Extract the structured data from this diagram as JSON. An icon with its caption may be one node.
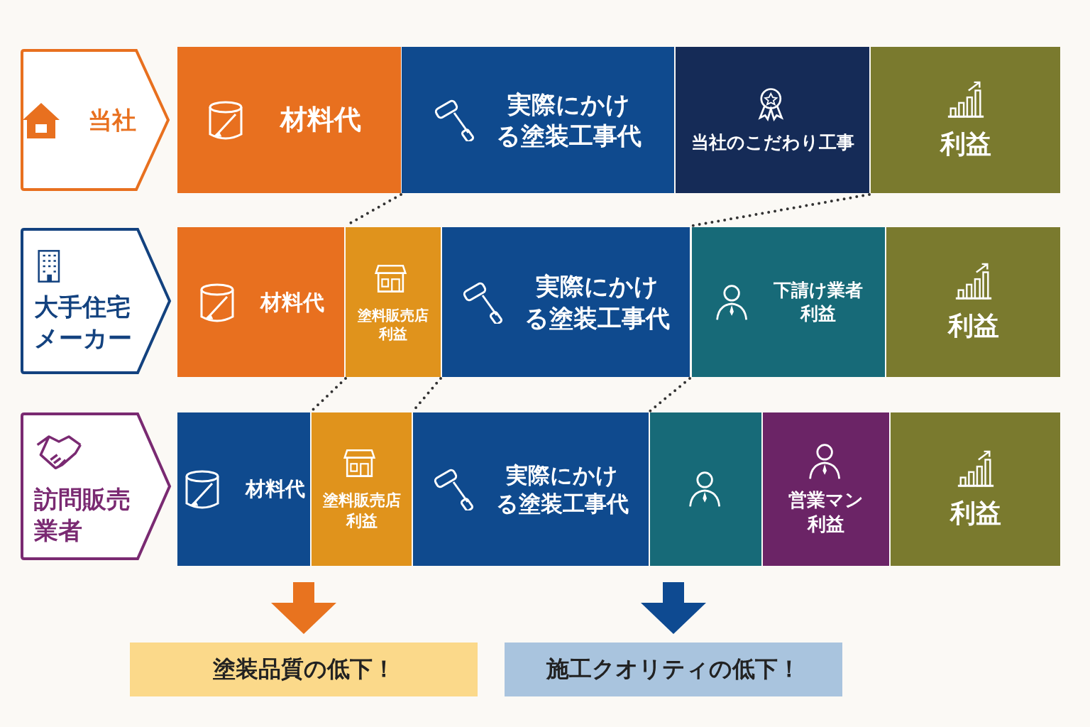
{
  "diagram": {
    "nodes": [
      {
        "text": [
          "当社"
        ]
      },
      {
        "text": [
          "材料代"
        ]
      },
      {
        "text": [
          "実際にかける塗装工事代"
        ]
      },
      {
        "text": [
          "当社のこだわり工事"
        ]
      },
      {
        "text": [
          "利益"
        ]
      },
      {
        "text": [
          "大手住宅メーカー"
        ]
      },
      {
        "text": [
          "材料代"
        ]
      },
      {
        "text": [
          "塗料販売店利益"
        ]
      },
      {
        "text": [
          "実際にかける塗装工事代"
        ]
      },
      {
        "text": [
          "下請け業者利益"
        ]
      },
      {
        "text": [
          "利益"
        ]
      },
      {
        "text": [
          "訪問販売業者"
        ]
      },
      {
        "text": [
          "材料代"
        ]
      },
      {
        "text": [
          "塗料販売店利益"
        ]
      },
      {
        "text": [
          "実際にかける塗装工事代"
        ]
      },
      {
        "text": [],
        "shape": "box"
      },
      {
        "text": [
          "営業マン利益"
        ]
      },
      {
        "text": [
          "利益"
        ]
      },
      {
        "text": [
          "塗装品質の低下！"
        ]
      },
      {
        "text": [
          "施工クオリティの低下！"
        ]
      }
    ],
    "edges": [
      {
        "from": 1,
        "to": 7,
        "arrow": "none",
        "style": "dashed"
      },
      {
        "from": 3,
        "to": 9,
        "arrow": "none",
        "style": "dashed"
      },
      {
        "from": 7,
        "to": 13,
        "arrow": "none",
        "style": "dashed"
      },
      {
        "from": 7,
        "to": 14,
        "arrow": "none",
        "style": "dashed"
      },
      {
        "from": 8,
        "to": 15,
        "arrow": "none",
        "style": "dashed"
      },
      {
        "from": null,
        "to": 18,
        "arrow": "to",
        "style": "thick",
        "color": "#e8731f"
      },
      {
        "from": null,
        "to": 19,
        "arrow": "to",
        "style": "thick",
        "color": "#0e4a91"
      }
    ]
  }
}
